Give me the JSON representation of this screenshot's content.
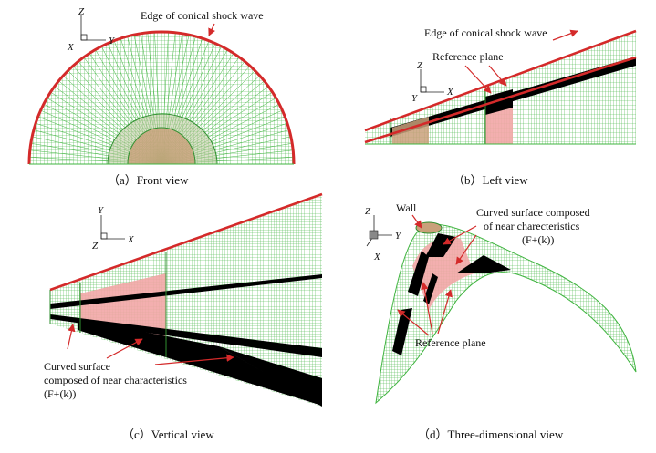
{
  "panels": {
    "a": {
      "caption": "（a）Front view",
      "shock_label": "Edge of conical shock wave",
      "axes": {
        "up": "Z",
        "left": "X",
        "right": "Y"
      }
    },
    "b": {
      "caption": "（b）Left view",
      "shock_label": "Edge of conical shock wave",
      "ref_label": "Reference plane",
      "axes": {
        "up": "Z",
        "left": "Y",
        "right": "X"
      }
    },
    "c": {
      "caption": "（c）Vertical view",
      "surface_label": [
        "Curved surface",
        "composed of near characteristics",
        "(F+(k))"
      ],
      "axes": {
        "up": "Y",
        "left": "Z",
        "right": "X"
      }
    },
    "d": {
      "caption": "（d）Three-dimensional view",
      "wall_label": "Wall",
      "surface_label": [
        "Curved surface composed",
        "of near charecteristics",
        "(F+(k))"
      ],
      "ref_label": "Reference plane",
      "axes": {
        "up": "Z",
        "left": "X",
        "right": "Y"
      }
    }
  },
  "colors": {
    "mesh": "#4fc24f",
    "mesh_dark": "#2f8f2f",
    "shock": "#d42a2a",
    "reference": "#000000",
    "pink": "#f2a6a6",
    "core": "#c9a07a"
  }
}
